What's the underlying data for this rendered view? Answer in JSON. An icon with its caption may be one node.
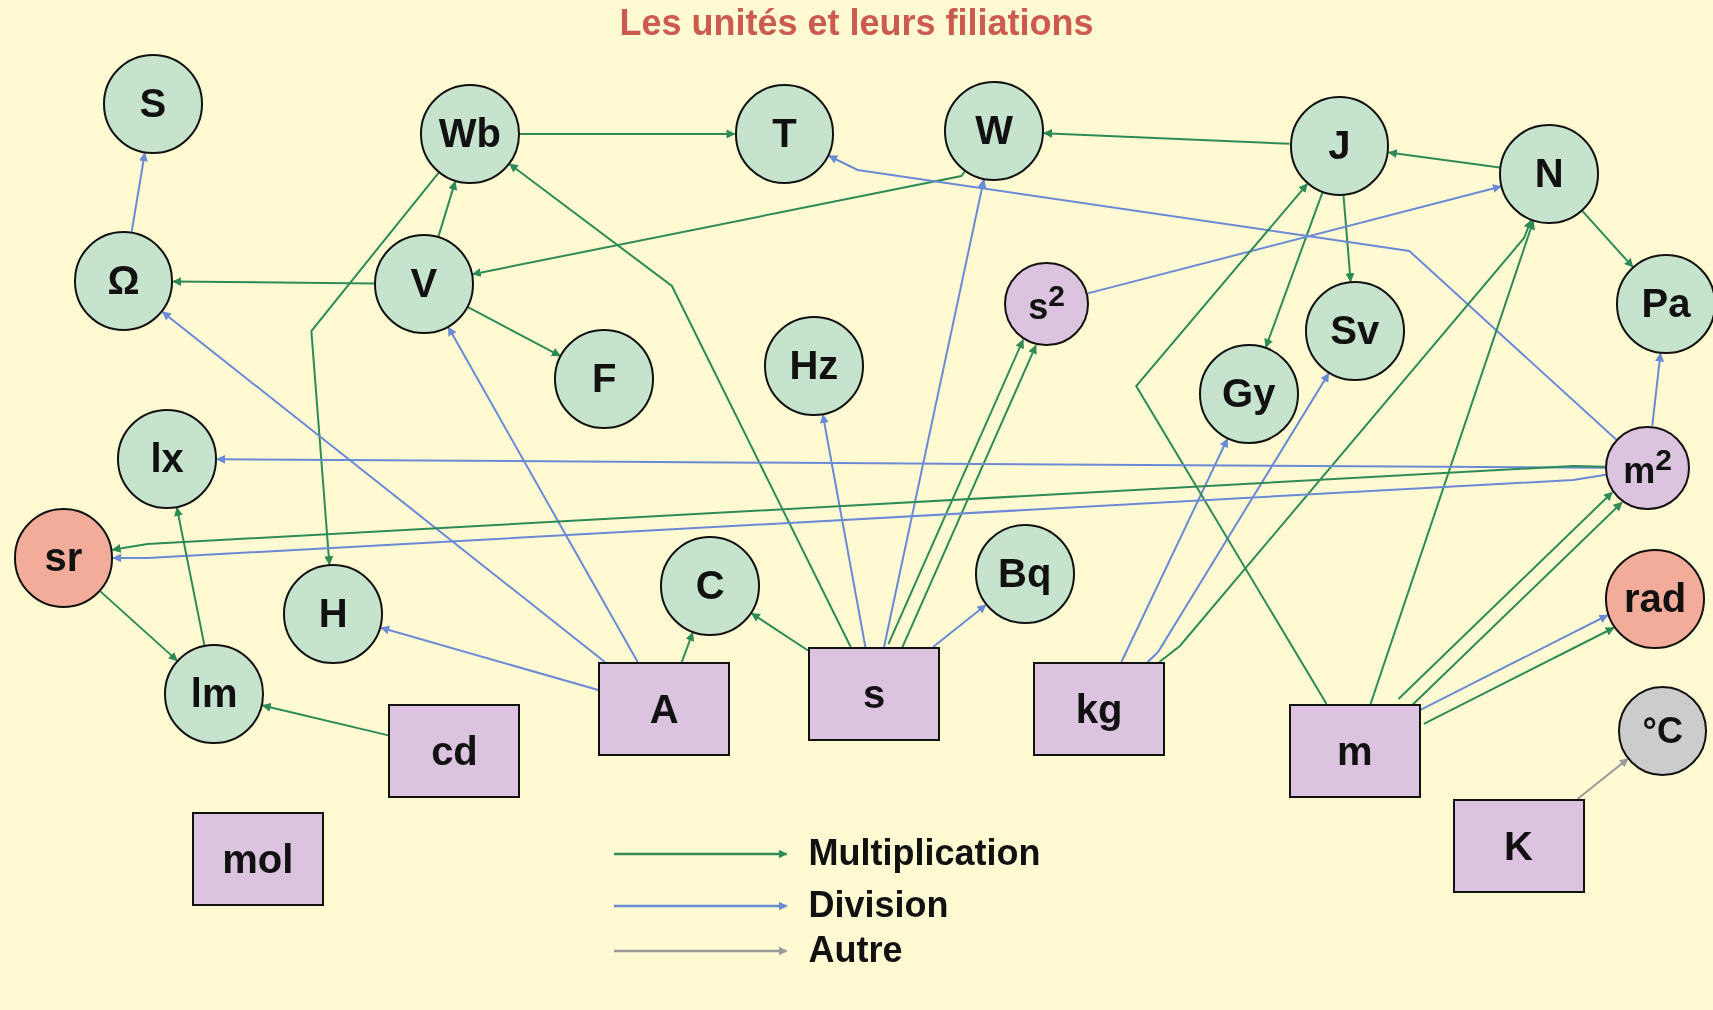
{
  "diagram": {
    "title": "Les unités et leurs filiations",
    "nodes": [
      {
        "text": [
          "S"
        ]
      },
      {
        "text": [
          "Wb"
        ]
      },
      {
        "text": [
          "T"
        ]
      },
      {
        "text": [
          "W"
        ]
      },
      {
        "text": [
          "J"
        ]
      },
      {
        "text": [
          "N"
        ]
      },
      {
        "text": [
          "Ω"
        ]
      },
      {
        "text": [
          "V"
        ]
      },
      {
        "text": [
          "s$^{2}$"
        ]
      },
      {
        "text": [
          "Pa"
        ]
      },
      {
        "text": [
          "F"
        ]
      },
      {
        "text": [
          "Hz"
        ]
      },
      {
        "text": [
          "Sv"
        ]
      },
      {
        "text": [
          "Gy"
        ]
      },
      {
        "text": [
          "lx"
        ]
      },
      {
        "text": [
          "m$^{2}$"
        ]
      },
      {
        "text": [
          "sr"
        ]
      },
      {
        "text": [
          "C"
        ]
      },
      {
        "text": [
          "Bq"
        ]
      },
      {
        "text": [
          "H"
        ]
      },
      {
        "text": [
          "rad"
        ]
      },
      {
        "text": [
          "lm"
        ]
      },
      {
        "text": [
          "A"
        ]
      },
      {
        "text": [
          "s"
        ]
      },
      {
        "text": [
          "kg"
        ]
      },
      {
        "text": [
          "cd"
        ]
      },
      {
        "text": [
          "°C"
        ]
      },
      {
        "text": [
          "m"
        ]
      },
      {
        "text": [
          "mol"
        ]
      },
      {
        "text": [
          "K"
        ]
      }
    ],
    "edges": [
      {
        "from": 1,
        "to": 2,
        "arrow": "to"
      },
      {
        "from": 4,
        "to": 3,
        "arrow": "to"
      },
      {
        "from": 5,
        "to": 4,
        "arrow": "to"
      },
      {
        "from": 3,
        "to": 7,
        "arrow": "to"
      },
      {
        "from": 7,
        "to": 1,
        "arrow": "to"
      },
      {
        "from": 7,
        "to": 6,
        "arrow": "to"
      },
      {
        "from": 7,
        "to": 10,
        "arrow": "to"
      },
      {
        "from": 6,
        "to": 0,
        "arrow": "to",
        "color": "#6a8ad6"
      },
      {
        "from": 4,
        "to": 12,
        "arrow": "to"
      },
      {
        "from": 4,
        "to": 13,
        "arrow": "to"
      },
      {
        "from": 5,
        "to": 9,
        "arrow": "to"
      },
      {
        "from": 8,
        "to": 5,
        "arrow": "to",
        "color": "#6a8ad6"
      },
      {
        "from": 15,
        "to": 2,
        "arrow": "to",
        "color": "#6a8ad6"
      },
      {
        "from": 15,
        "to": 9,
        "arrow": "to",
        "color": "#6a8ad6"
      },
      {
        "from": 1,
        "to": 19,
        "arrow": "to"
      },
      {
        "from": 22,
        "to": 6,
        "arrow": "to",
        "color": "#6a8ad6"
      },
      {
        "from": 22,
        "to": 7,
        "arrow": "to",
        "color": "#6a8ad6"
      },
      {
        "from": 22,
        "to": 17,
        "arrow": "to"
      },
      {
        "from": 22,
        "to": 19,
        "arrow": "to",
        "color": "#6a8ad6"
      },
      {
        "from": 23,
        "to": 1,
        "arrow": "to"
      },
      {
        "from": 23,
        "to": 17,
        "arrow": "to"
      },
      {
        "from": 23,
        "to": 11,
        "arrow": "to",
        "color": "#6a8ad6"
      },
      {
        "from": 23,
        "to": 3,
        "arrow": "to",
        "color": "#6a8ad6"
      },
      {
        "from": 23,
        "to": 8,
        "arrow": "to"
      },
      {
        "from": 23,
        "to": 8,
        "arrow": "to"
      },
      {
        "from": 23,
        "to": 18,
        "arrow": "to",
        "color": "#6a8ad6"
      },
      {
        "from": 24,
        "to": 13,
        "arrow": "to",
        "color": "#6a8ad6"
      },
      {
        "from": 24,
        "to": 12,
        "arrow": "to",
        "color": "#6a8ad6"
      },
      {
        "from": 24,
        "to": 5,
        "arrow": "to"
      },
      {
        "from": 27,
        "to": 4,
        "arrow": "to"
      },
      {
        "from": 27,
        "to": 5,
        "arrow": "to"
      },
      {
        "from": 27,
        "to": 15,
        "arrow": "to"
      },
      {
        "from": 27,
        "to": 15,
        "arrow": "to"
      },
      {
        "from": 27,
        "to": 20,
        "arrow": "to",
        "color": "#6a8ad6"
      },
      {
        "from": 27,
        "to": 20,
        "arrow": "to"
      },
      {
        "from": 15,
        "to": 14,
        "arrow": "to",
        "color": "#6a8ad6"
      },
      {
        "from": 15,
        "to": 16,
        "arrow": "to"
      },
      {
        "from": 15,
        "to": 16,
        "arrow": "to",
        "color": "#6a8ad6"
      },
      {
        "from": 16,
        "to": 21,
        "arrow": "to"
      },
      {
        "from": 21,
        "to": 14,
        "arrow": "to"
      },
      {
        "from": 25,
        "to": 21,
        "arrow": "to"
      },
      {
        "from": 29,
        "to": 26,
        "arrow": "to",
        "color": "#9a9a9a"
      }
    ],
    "legend": [
      {
        "text": "Multiplication"
      },
      {
        "text": "Division"
      },
      {
        "text": "Autre"
      }
    ]
  }
}
